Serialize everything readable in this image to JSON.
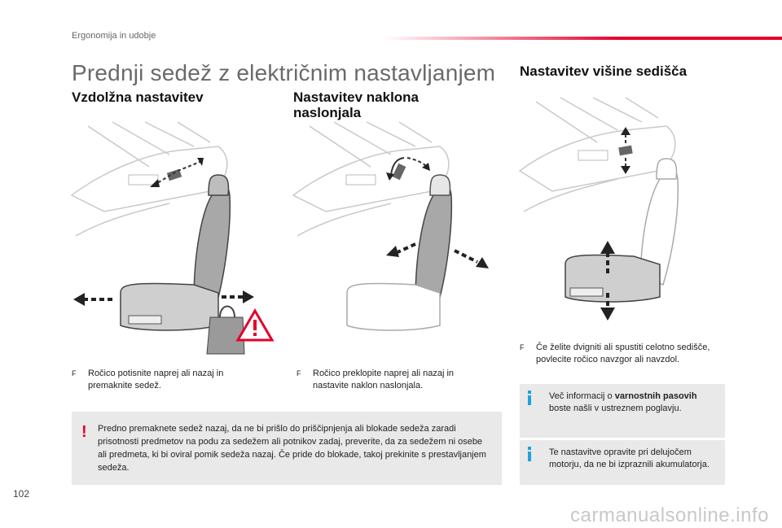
{
  "header": {
    "section_label": "Ergonomija in udobje",
    "page_title": "Prednji sedež z električnim nastavljanjem",
    "accent_color": "#e4002b"
  },
  "columns": [
    {
      "heading": "Vzdolžna nastavitev",
      "bullet_mark": "F",
      "bullet": "Ročico potisnite naprej ali nazaj in premaknite sedež."
    },
    {
      "heading_line1": "Nastavitev naklona",
      "heading_line2": "naslonjala",
      "bullet_mark": "F",
      "bullet": "Ročico preklopite naprej ali nazaj in nastavite naklon naslonjala."
    },
    {
      "heading": "Nastavitev višine sedišča",
      "bullet_mark": "F",
      "bullet": "Če želite dvigniti ali spustiti celotno sedišče, povlecite ročico navzgor ali navzdol."
    }
  ],
  "warning": {
    "icon": "exclamation-icon",
    "mark": "!",
    "text": "Predno premaknete sedež nazaj, da ne bi prišlo do priščipnjenja ali blokade sedeža zaradi prisotnosti predmetov na podu za sedežem ali potnikov zadaj, preverite, da za sedežem ni osebe ali predmeta, ki bi oviral pomik sedeža nazaj. Če pride do blokade, takoj prekinite s prestavljanjem sedeža."
  },
  "info_1": {
    "icon": "info-icon",
    "text_before": "Več informacij o ",
    "text_bold": "varnostnih pasovih",
    "text_after": "boste našli v ustreznem poglavju."
  },
  "info_2": {
    "icon": "info-icon",
    "text": "Te nastavitve opravite pri delujočem motorju, da ne bi izpraznili akumulatorja."
  },
  "footer": {
    "page_number": "102",
    "watermark": "carmanualsonline.info"
  },
  "colors": {
    "warning_red": "#e4002b",
    "info_blue": "#1ba3e0",
    "box_gray": "#e9e9e9"
  }
}
